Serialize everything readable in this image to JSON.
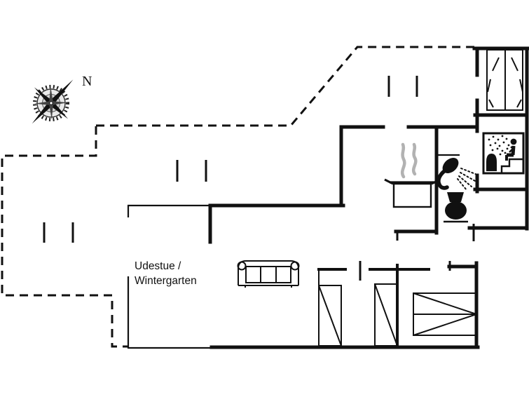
{
  "colors": {
    "background": "#ffffff",
    "ink": "#111111",
    "steam": "#b2b2b2",
    "compass_inner": "#e9e9e9",
    "compass_minor": "#444444"
  },
  "labels": {
    "compass_north": "N",
    "room_line1": "Udestue /",
    "room_line2": "Wintergarten"
  },
  "icons": {
    "compass": "compass-rose",
    "kitchen": "cooking-pot-with-steam",
    "bathroom_shower": "shower-head",
    "bathroom_toilet": "toilet",
    "sauna": "sauna-pictogram",
    "living": "three-seat-sofa",
    "bedroom_top_right": "double-bed",
    "bedroom_bottom_right": "double-bed",
    "twin_beds": "single-bed"
  }
}
